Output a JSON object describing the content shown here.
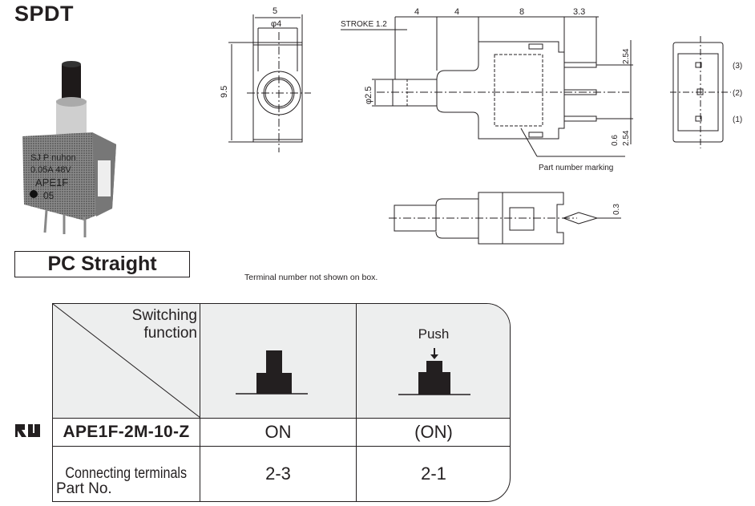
{
  "header": {
    "title": "SPDT"
  },
  "photo": {
    "description": "Photo of APE1F push switch with black plunger",
    "markings": [
      "SJ P nuhon",
      "0.05A 48V",
      "APE1F",
      "05"
    ]
  },
  "drawings": {
    "front_view": {
      "dim_width": "5",
      "dim_diameter": "φ4",
      "dim_height": "9.5"
    },
    "side_view": {
      "stroke_label": "STROKE 1.2",
      "dims_top": [
        "4",
        "4",
        "8",
        "3.3"
      ],
      "dim_shaft": "φ2.5",
      "dim_pitch_top": "2.54",
      "dim_pitch_bottom": "2.54",
      "dim_terminal": "0.6",
      "callout": "Part number marking"
    },
    "rear_view": {
      "terminal_labels": [
        "(3)",
        "(2)",
        "(1)"
      ]
    },
    "bottom_view": {
      "dim_thickness": "0.3"
    }
  },
  "termination": {
    "label": "PC Straight",
    "note": "Terminal number not shown on box."
  },
  "table": {
    "corner_top": [
      "Switching",
      "function"
    ],
    "corner_bottom": "Part No.",
    "push_label": "Push",
    "part_number": "APE1F-2M-10-Z",
    "functions": [
      "ON",
      "(ON)"
    ],
    "row_label": "Connecting terminals",
    "terminals": [
      "2-3",
      "2-1"
    ]
  },
  "certification": {
    "icon": "ul-recognized-icon"
  },
  "colors": {
    "ink": "#231f20",
    "header_fill": "#edeeee"
  }
}
